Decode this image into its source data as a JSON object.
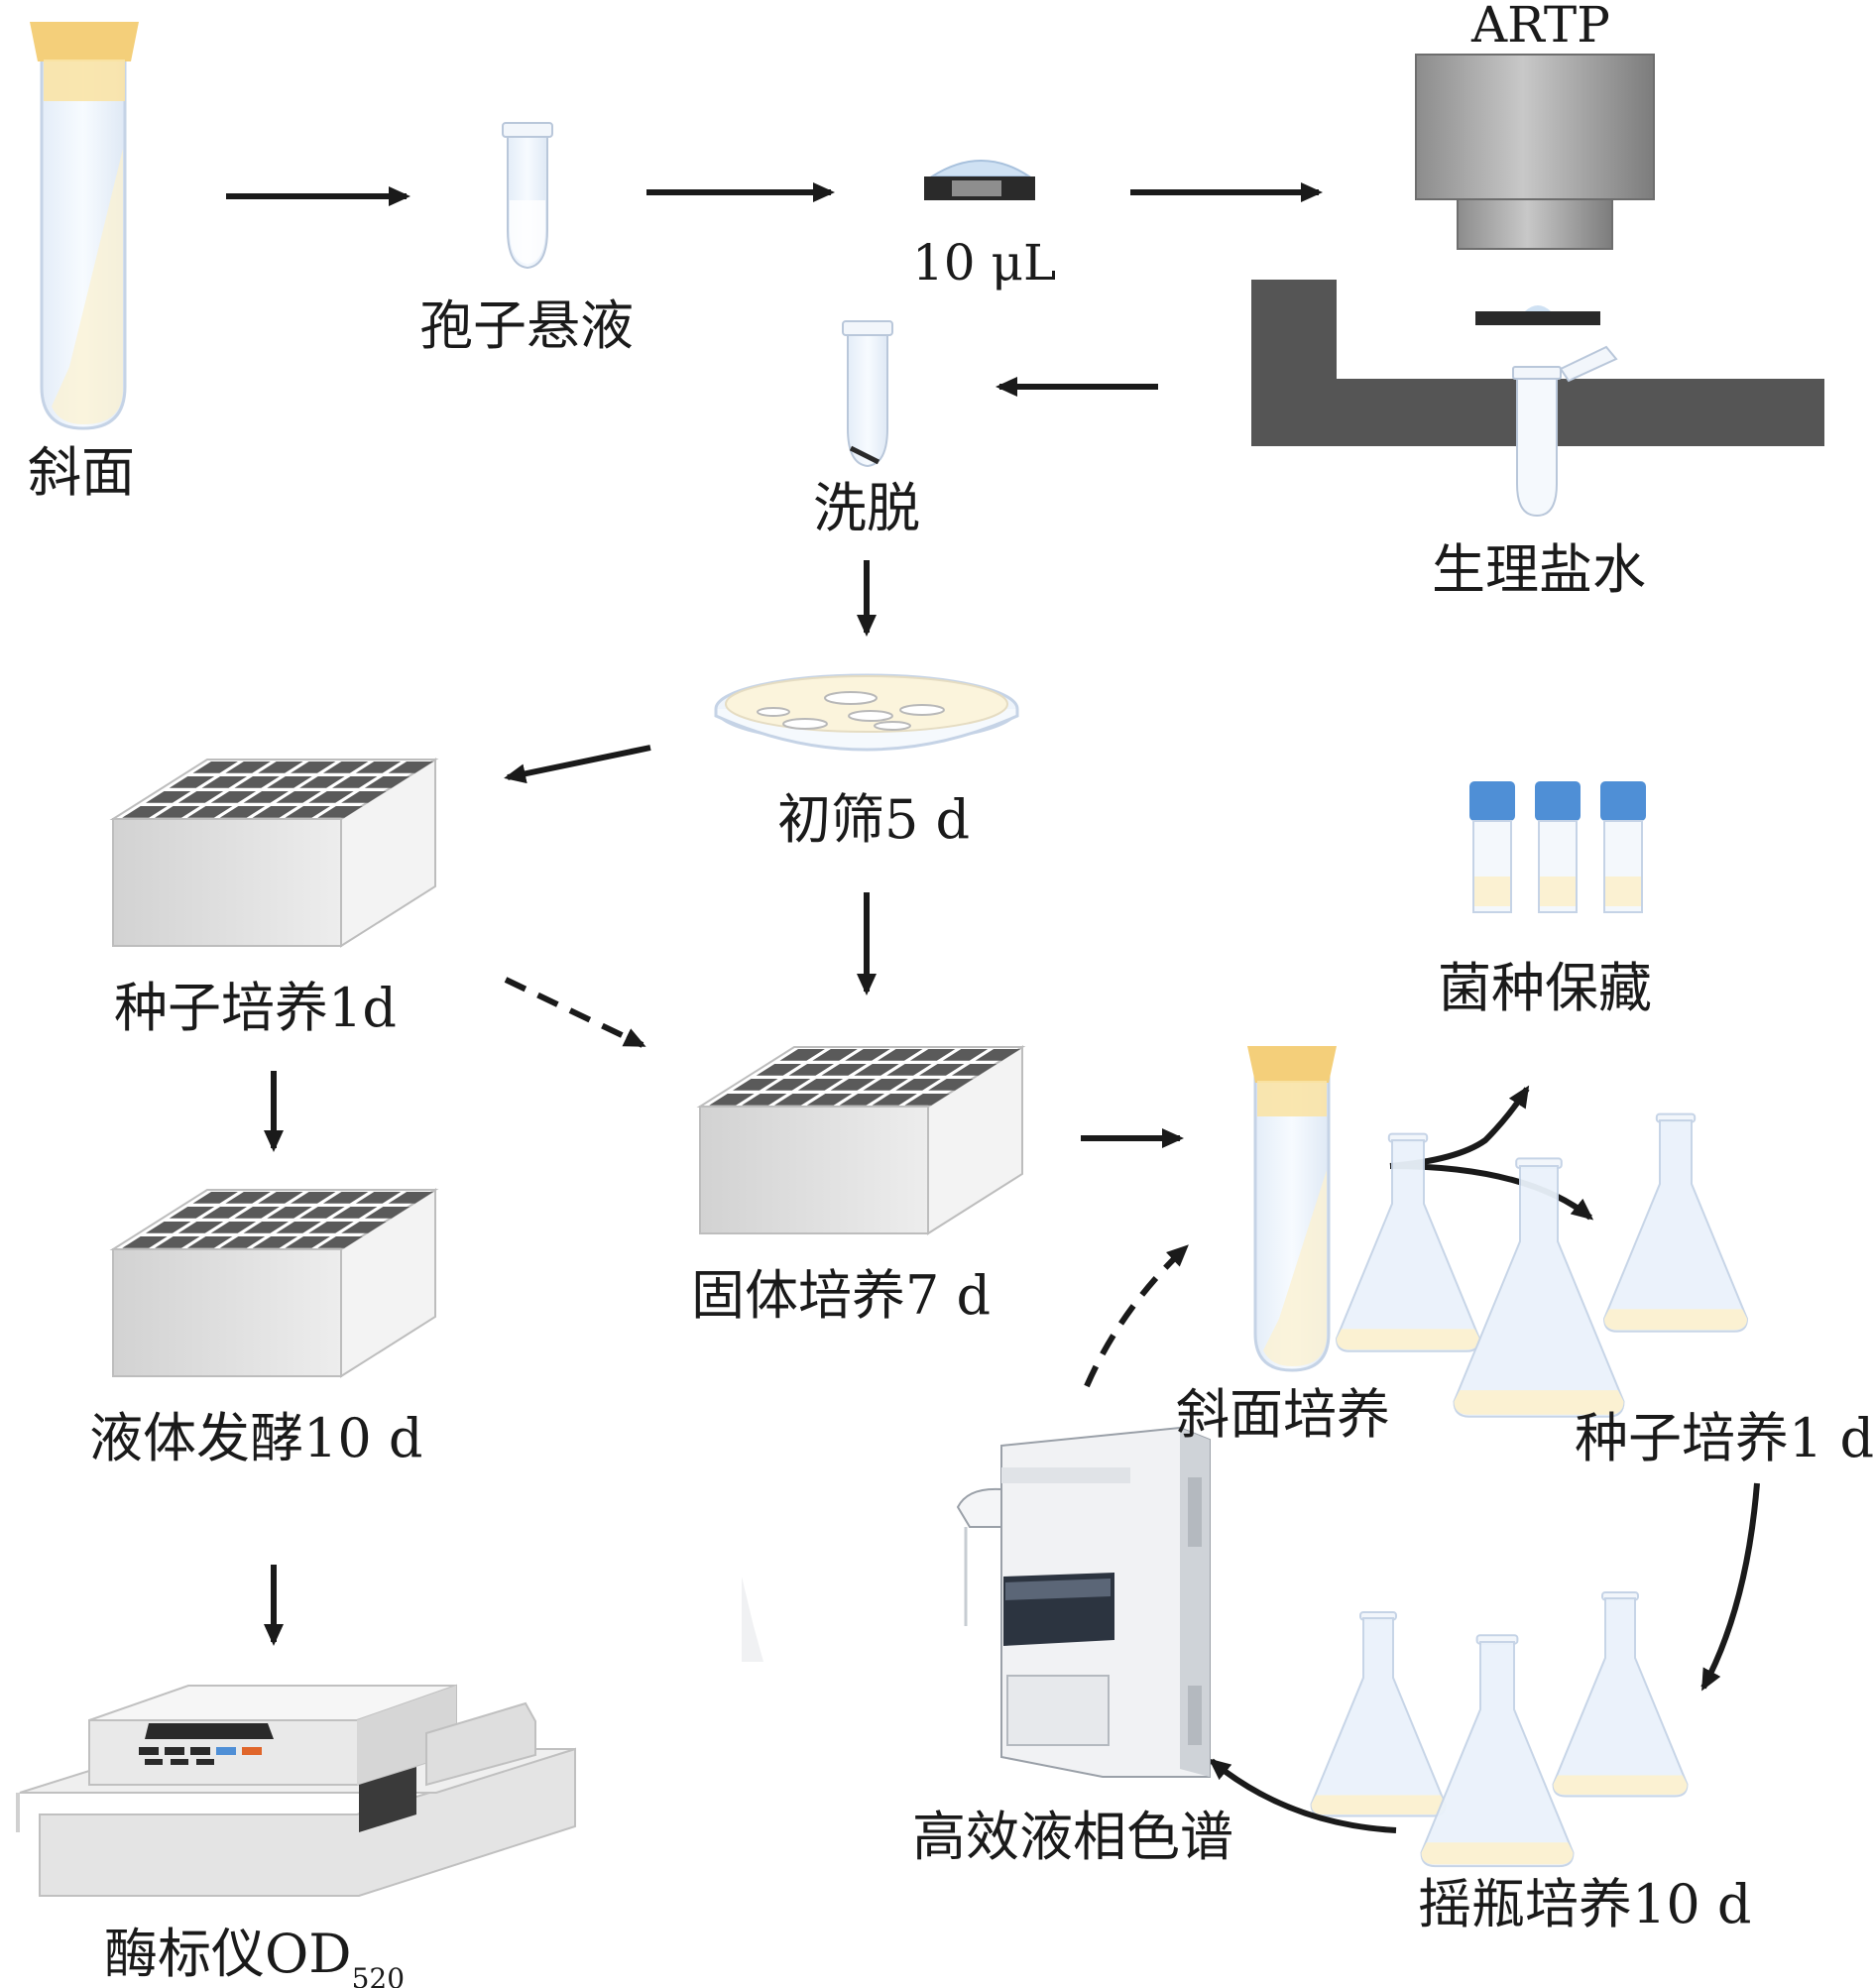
{
  "labels": {
    "slant": "斜面",
    "spore_suspension": "孢子悬液",
    "volume": "10 μL",
    "artp": "ARTP",
    "saline": "生理盐水",
    "elution": "洗脱",
    "primary_screen": "初筛5 d",
    "seed_culture_left": "种子培养1d",
    "solid_culture": "固体培养7 d",
    "liquid_fermentation": "液体发酵10 d",
    "plate_reader": "酶标仪OD",
    "plate_reader_sub": "520",
    "strain_preservation": "菌种保藏",
    "slant_culture": "斜面培养",
    "seed_culture_right": "种子培养1 d",
    "shake_flask": "摇瓶培养10 d",
    "hplc": "高效液相色谱"
  },
  "colors": {
    "stroke": "#1a1a1a",
    "tube_glass": "#eef4fb",
    "tube_cap": "#f6dc92",
    "liquid": "#fdf5dc",
    "artp_device": "#9a9a9a",
    "stage": "#555555",
    "plate_face": "#d9d9d9",
    "well": "#5a5a5a",
    "vial_cap": "#4f8fd6",
    "flask": "#eaf2fb"
  },
  "icons": [
    "test-tube-icon",
    "centrifuge-tube-icon",
    "sample-disc-icon",
    "artp-device-icon",
    "petri-dish-icon",
    "well-plate-icon",
    "cryovial-icon",
    "flask-icon",
    "plate-reader-icon",
    "hplc-icon",
    "arrow-icon"
  ]
}
